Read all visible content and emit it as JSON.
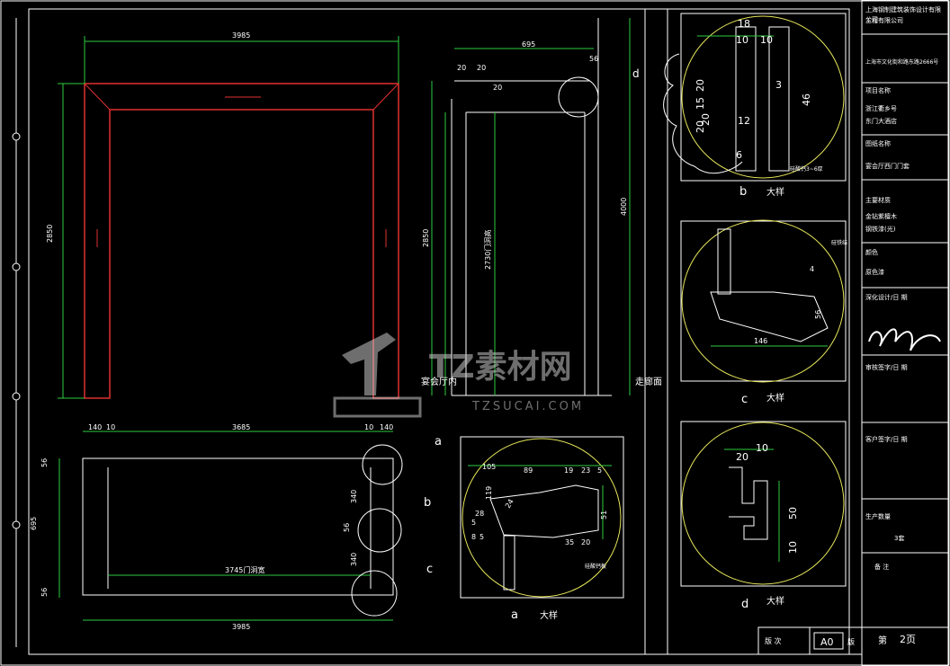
{
  "title_block": {
    "company": "上海钢制建筑装饰设计有限公司",
    "company_short": "工程有限公司",
    "address": "上海市文化街和路东路2666号",
    "project_label": "项目名称",
    "project_line1": "浙江衢乡号",
    "project_line2": "东门大酒店",
    "drawing_label": "图纸名称",
    "drawing_name": "宴会厅西门门套",
    "material_label": "主要材质",
    "material_line1": "金钻紫檀木",
    "material_line2": "钢铁漆(光)",
    "color_label": "颜色",
    "color_value": "原色漆",
    "design_label": "深化设计/日 期",
    "review_label": "审核签字/日 期",
    "client_label": "客户签字/日 期",
    "qty_label": "生产数量",
    "qty_value": "3套",
    "note_label": "备 注",
    "page_label": "第",
    "page_value": "2页",
    "version_label": "版 次",
    "paper_size": "A0",
    "paper_suffix": "版"
  },
  "elevation": {
    "width_dim": "3985",
    "height_dim": "2850"
  },
  "section": {
    "top_695": "695",
    "d20a": "20",
    "d20b": "20",
    "d56": "56",
    "d20c": "20",
    "h2850": "2850",
    "inner": "2730门洞高",
    "h4000": "4000",
    "left_side": "宴会厅内",
    "right_side": "走廊面",
    "callout_d": "d"
  },
  "plan": {
    "d140a": "140",
    "d10": "10",
    "d3685": "3685",
    "d10b": "10",
    "d140b": "140",
    "d56a": "56",
    "d695": "695",
    "d56b": "56",
    "d3745": "3745门洞宽",
    "d3985": "3985",
    "d340a": "340",
    "d340b": "340",
    "d56c": "56",
    "callout_a": "a",
    "callout_b": "b",
    "callout_c": "c"
  },
  "detail_a": {
    "label": "a",
    "title": "大样",
    "d105": "105",
    "d89": "89",
    "d19": "19",
    "d23": "23",
    "d5": "5",
    "d51": "51",
    "d35": "35",
    "d20": "20",
    "d8": "8",
    "d5b": "5",
    "d28": "28",
    "d5c": "5",
    "d119": "119",
    "d24": "24",
    "note": "硅酸钙板"
  },
  "detail_b": {
    "label": "b",
    "title": "大样",
    "d18": "18",
    "d10a": "10",
    "d10b": "10",
    "d20a": "20",
    "d15": "15",
    "d20b": "20",
    "d12": "12",
    "d3": "3",
    "d6": "6",
    "d46": "46",
    "d20c": "20",
    "note": "硅酸钙3~6厚"
  },
  "detail_c": {
    "label": "c",
    "title": "大样",
    "d146": "146",
    "d56": "56",
    "d4": "4",
    "note": "硅铁结"
  },
  "detail_d": {
    "label": "d",
    "title": "大样",
    "d20": "20",
    "d10a": "10",
    "d50": "50",
    "d10b": "10"
  },
  "watermark": {
    "brand": "TZ素材网",
    "domain": "TZSUCAI.COM",
    "tile": "TZ素材网"
  }
}
